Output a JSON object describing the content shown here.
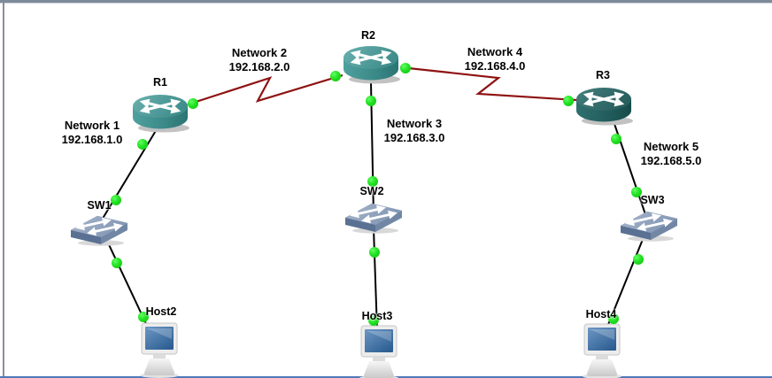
{
  "devices": [
    {
      "id": "R1",
      "label": "R1",
      "type": "router"
    },
    {
      "id": "R2",
      "label": "R2",
      "type": "router"
    },
    {
      "id": "R3",
      "label": "R3",
      "type": "router"
    },
    {
      "id": "SW1",
      "label": "SW1",
      "type": "switch"
    },
    {
      "id": "SW2",
      "label": "SW2",
      "type": "switch"
    },
    {
      "id": "SW3",
      "label": "SW3",
      "type": "switch"
    },
    {
      "id": "Host2",
      "label": "Host2",
      "type": "host"
    },
    {
      "id": "Host3",
      "label": "Host3",
      "type": "host"
    },
    {
      "id": "Host4",
      "label": "Host4",
      "type": "host"
    }
  ],
  "networks": [
    {
      "name": "Network 1",
      "subnet": "192.168.1.0"
    },
    {
      "name": "Network 2",
      "subnet": "192.168.2.0"
    },
    {
      "name": "Network 3",
      "subnet": "192.168.3.0"
    },
    {
      "name": "Network 4",
      "subnet": "192.168.4.0"
    },
    {
      "name": "Network 5",
      "subnet": "192.168.5.0"
    }
  ],
  "links": [
    {
      "from": "R1",
      "to": "R2",
      "type": "serial",
      "network": "192.168.2.0"
    },
    {
      "from": "R2",
      "to": "R3",
      "type": "serial",
      "network": "192.168.4.0"
    },
    {
      "from": "R1",
      "to": "SW1",
      "type": "ethernet",
      "network": "192.168.1.0"
    },
    {
      "from": "SW1",
      "to": "Host2",
      "type": "ethernet",
      "network": "192.168.1.0"
    },
    {
      "from": "R2",
      "to": "SW2",
      "type": "ethernet",
      "network": "192.168.3.0"
    },
    {
      "from": "SW2",
      "to": "Host3",
      "type": "ethernet",
      "network": "192.168.3.0"
    },
    {
      "from": "R3",
      "to": "SW3",
      "type": "ethernet",
      "network": "192.168.5.0"
    },
    {
      "from": "SW3",
      "to": "Host4",
      "type": "ethernet",
      "network": "192.168.5.0"
    }
  ],
  "colors": {
    "router_teal": "#3b8888",
    "router_dark_teal": "#226060",
    "switch_blue": "#8396b3",
    "serial_link": "#8e1212",
    "ethernet_link": "#000000",
    "link_status_ok": "#1fd41f",
    "top_edge": "#7e8a9a",
    "bottom_edge": "#4f7ab8"
  }
}
